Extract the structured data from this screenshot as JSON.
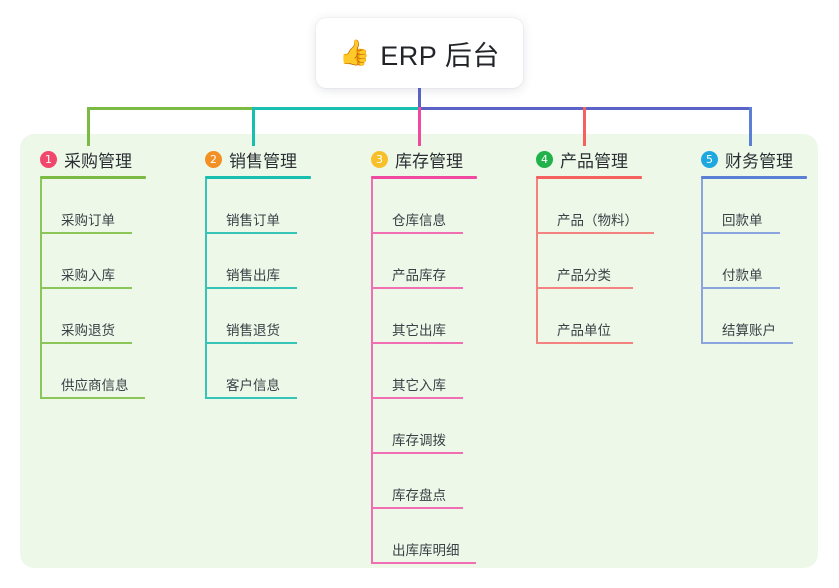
{
  "diagram": {
    "type": "mind-map",
    "root": {
      "icon": "thumbs-up-emoji",
      "icon_glyph": "👍",
      "label": "ERP 后台"
    },
    "panel_color": "#eef8e9",
    "bus": {
      "segment_1_color": "#7cbb43",
      "segment_2_color": "#14b8a6",
      "segment_3_color": "#5b63c7",
      "root_stem_color": "#5b63c7"
    },
    "columns": [
      {
        "number": "1",
        "badge_color": "#f2476c",
        "accent_color": "#7cbb43",
        "title": "采购管理",
        "items": [
          "采购订单",
          "采购入库",
          "采购退货",
          "供应商信息"
        ]
      },
      {
        "number": "2",
        "badge_color": "#f29023",
        "accent_color": "#19bfae",
        "title": "销售管理",
        "items": [
          "销售订单",
          "销售出库",
          "销售退货",
          "客户信息"
        ]
      },
      {
        "number": "3",
        "badge_color": "#f7c02a",
        "accent_color": "#ef4aa0",
        "title": "库存管理",
        "items": [
          "仓库信息",
          "产品库存",
          "其它出库",
          "其它入库",
          "库存调拨",
          "库存盘点",
          "出库库明细"
        ]
      },
      {
        "number": "4",
        "badge_color": "#21b34a",
        "accent_color": "#f4615e",
        "title": "产品管理",
        "items": [
          "产品（物料）",
          "产品分类",
          "产品单位"
        ]
      },
      {
        "number": "5",
        "badge_color": "#1fa8e0",
        "accent_color": "#5b7fd4",
        "title": "财务管理",
        "items": [
          "回款单",
          "付款单",
          "结算账户"
        ]
      }
    ]
  }
}
